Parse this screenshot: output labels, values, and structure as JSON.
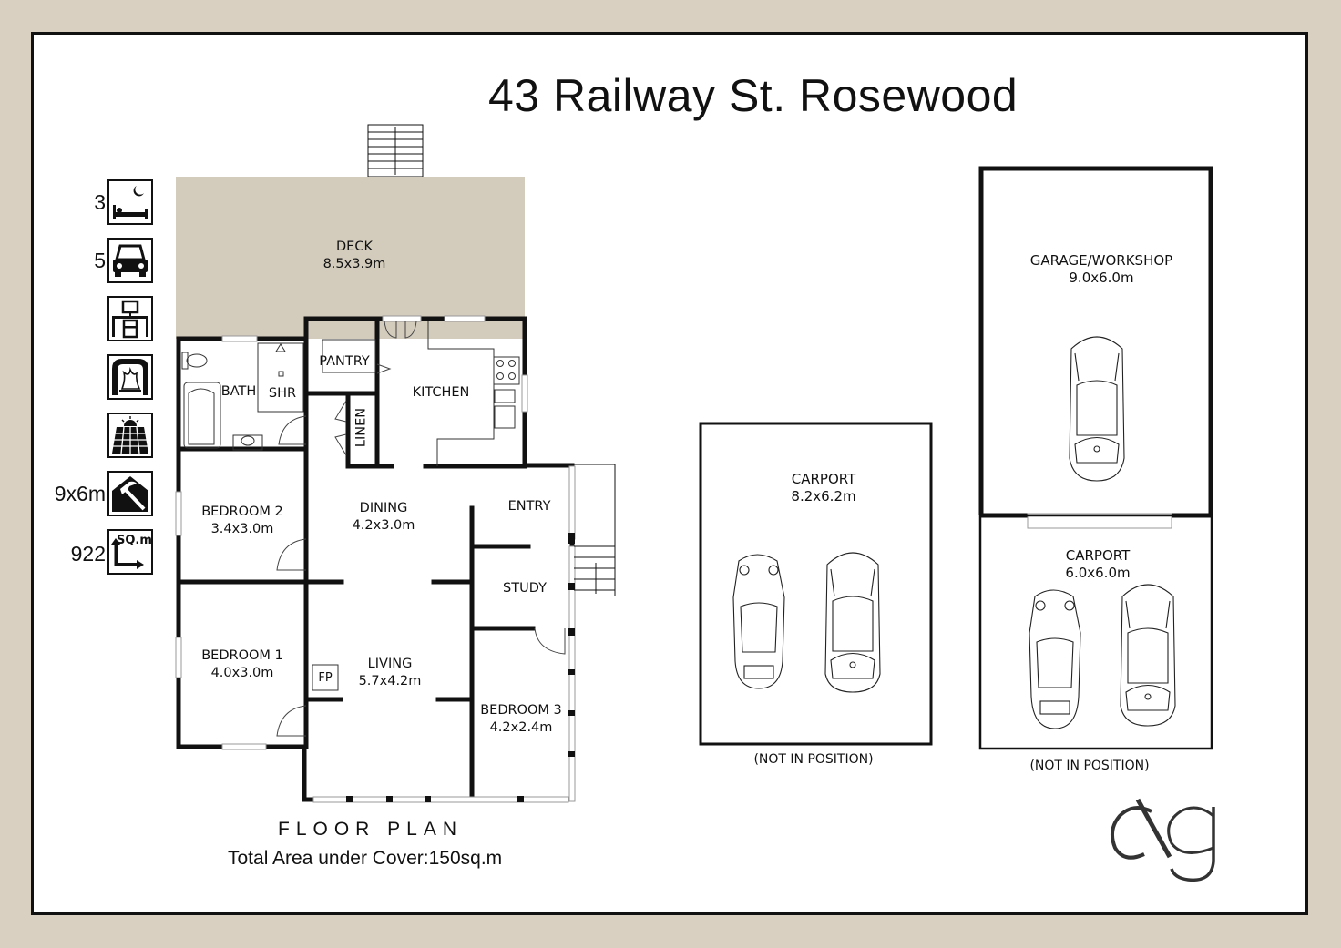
{
  "title": "43 Railway St. Rosewood",
  "features": [
    {
      "icon": "bed-icon",
      "value": "3"
    },
    {
      "icon": "car-icon",
      "value": "5"
    },
    {
      "icon": "desk-icon",
      "value": ""
    },
    {
      "icon": "fireplace-icon",
      "value": ""
    },
    {
      "icon": "solar-panel-icon",
      "value": ""
    },
    {
      "icon": "shed-hammer-icon",
      "value": "9x6m"
    },
    {
      "icon": "land-area-icon",
      "value": "922",
      "icon_text": "SQ.m"
    }
  ],
  "rooms": {
    "deck": {
      "name": "DECK",
      "size": "8.5x3.9m"
    },
    "pantry": {
      "name": "PANTRY"
    },
    "bath": {
      "name": "BATH"
    },
    "shr": {
      "name": "SHR"
    },
    "kitchen": {
      "name": "KITCHEN"
    },
    "linen": {
      "name": "LINEN"
    },
    "bedroom2": {
      "name": "BEDROOM 2",
      "size": "3.4x3.0m"
    },
    "dining": {
      "name": "DINING",
      "size": "4.2x3.0m"
    },
    "entry": {
      "name": "ENTRY"
    },
    "study": {
      "name": "STUDY"
    },
    "bedroom1": {
      "name": "BEDROOM 1",
      "size": "4.0x3.0m"
    },
    "living": {
      "name": "LIVING",
      "size": "5.7x4.2m"
    },
    "fp": {
      "name": "FP"
    },
    "bedroom3": {
      "name": "BEDROOM 3",
      "size": "4.2x2.4m"
    }
  },
  "outbuildings": {
    "carport1": {
      "name": "CARPORT",
      "size": "8.2x6.2m",
      "note": "(NOT IN POSITION)"
    },
    "garage": {
      "name": "GARAGE/WORKSHOP",
      "size": "9.0x6.0m"
    },
    "carport2": {
      "name": "CARPORT",
      "size": "6.0x6.0m",
      "note": "(NOT IN POSITION)"
    }
  },
  "footer": {
    "plan_title": "FLOOR PLAN",
    "total_area": "Total Area under Cover:150sq.m"
  },
  "logo": {
    "text": "ag"
  },
  "colors": {
    "background": "#d9d0c1",
    "deck": "#d3ccbd",
    "wall": "#111111"
  }
}
